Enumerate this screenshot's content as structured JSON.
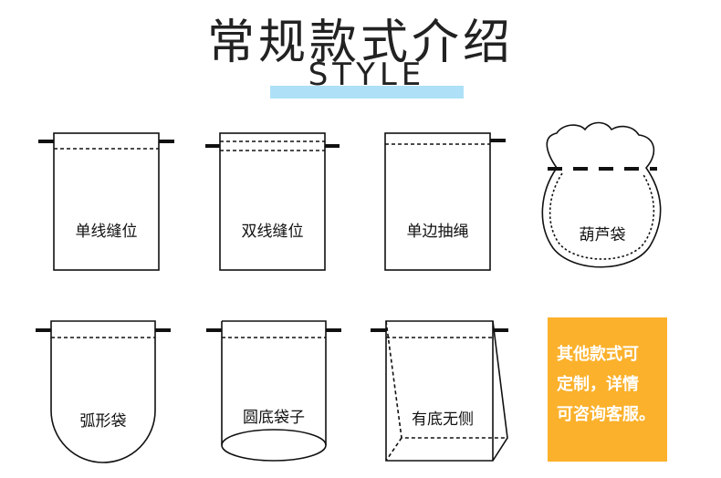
{
  "header": {
    "title": "常规款式介绍",
    "subtitle": "STYLE"
  },
  "styles": [
    {
      "label": "单线缝位"
    },
    {
      "label": "双线缝位"
    },
    {
      "label": "单边抽绳"
    },
    {
      "label": "葫芦袋"
    },
    {
      "label": "弧形袋"
    },
    {
      "label": "圆底袋子"
    },
    {
      "label": "有底无侧"
    }
  ],
  "note": {
    "lines": [
      "其他款式可",
      "定制，详情",
      "可咨询客服。"
    ],
    "background": "#fbb12b"
  },
  "colors": {
    "accent_bar": "#aee0f7",
    "outline": "#111111"
  }
}
